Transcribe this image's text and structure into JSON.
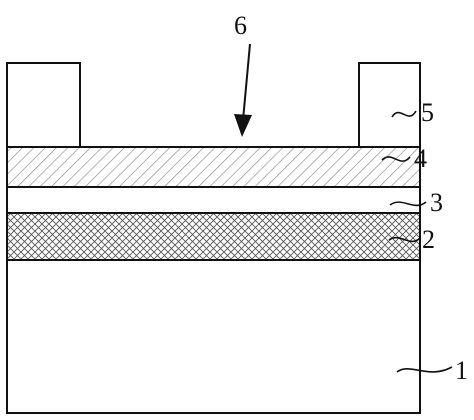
{
  "labels": {
    "substrate": "1",
    "layer_crosshatch": "2",
    "layer_plain": "3",
    "layer_diagonal": "4",
    "electrodes": "5",
    "arrow": "6"
  }
}
